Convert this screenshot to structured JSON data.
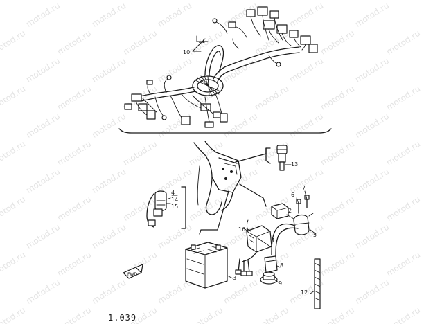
{
  "watermark": {
    "text": "motod.ru"
  },
  "callouts": {
    "c1": "1",
    "c2": "2",
    "c3": "3",
    "c4": "4",
    "c5": "5",
    "c6": "6",
    "c7": "7",
    "c8": "8",
    "c9": "9",
    "c10": "10",
    "c11": "11",
    "c12": "12",
    "c13": "13",
    "c14": "14",
    "c15": "15",
    "c16": "16"
  },
  "fwd_label": "FWD",
  "page_number": "1.039"
}
